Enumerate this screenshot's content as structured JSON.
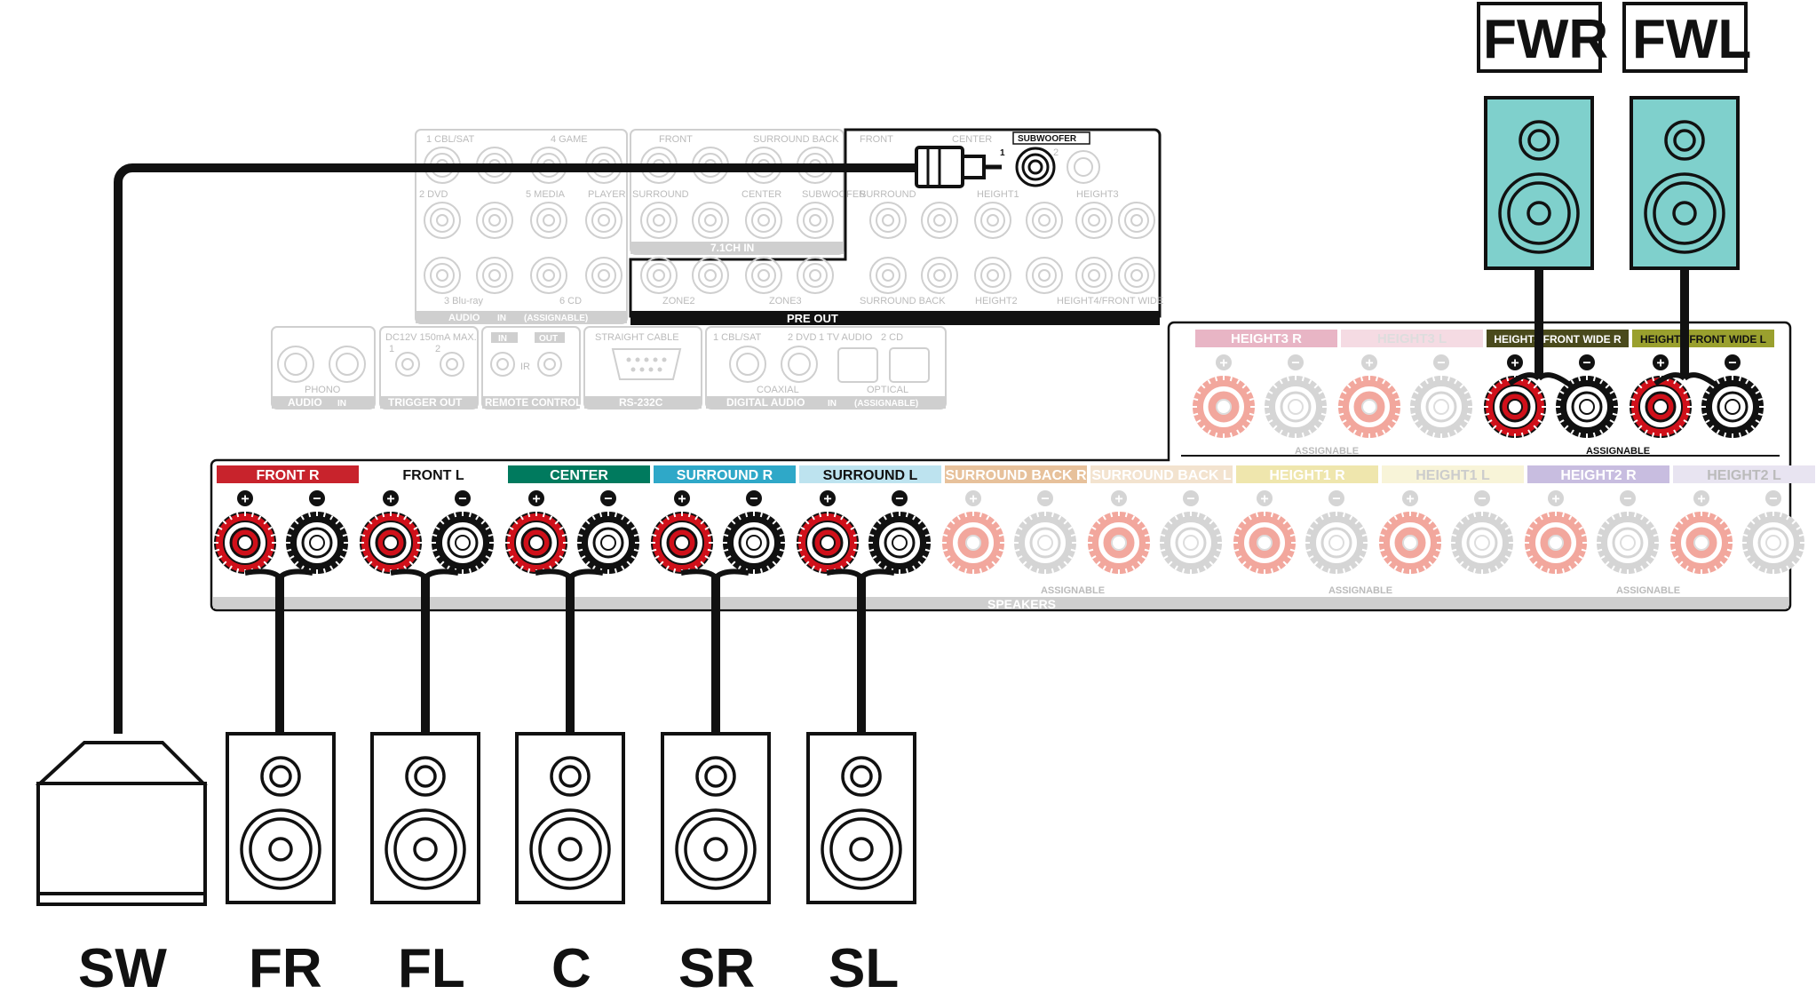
{
  "colors": {
    "cable": "#111111",
    "plus_terminal": "#d0101a",
    "faded_plus": "#f2a79d",
    "speaker_fill": "#7fd0cc",
    "front_r": "#c8232c",
    "center": "#007a5e",
    "surround_r": "#2fa8c8",
    "surround_l": "#bde3ef",
    "surround_back_r": "#e7c19b",
    "surround_back_l": "#f3e3cf",
    "height1_r": "#efe6ad",
    "height1_l": "#f8f4d8",
    "height2_r": "#c8bde0",
    "height2_l": "#e8e4f1",
    "height3_r": "#e8b5c5",
    "height3_l": "#f5dbe3",
    "height4": "#4a4a1c",
    "height4_l": "#9aa02e"
  },
  "speaker_labels": {
    "fwr": "FWR",
    "fwl": "FWL",
    "sw": "SW",
    "fr": "FR",
    "fl": "FL",
    "c": "C",
    "sr": "SR",
    "sl": "SL"
  },
  "speaker_terminals": {
    "section_label": "SPEAKERS",
    "assignable": "ASSIGNABLE",
    "row_labels": [
      "FRONT R",
      "FRONT L",
      "CENTER",
      "SURROUND R",
      "SURROUND L",
      "SURROUND BACK R",
      "SURROUND BACK L",
      "HEIGHT1 R",
      "HEIGHT1 L",
      "HEIGHT2 R",
      "HEIGHT2 L"
    ],
    "upper_labels": [
      "HEIGHT3 R",
      "HEIGHT3 L",
      "HEIGHT4/FRONT WIDE R",
      "HEIGHT4/FRONT WIDE L"
    ],
    "plus_sign": "+",
    "minus_sign": "−"
  },
  "preout": {
    "title": "PRE OUT",
    "subwoofer": "SUBWOOFER",
    "sub_num_1": "1",
    "sub_num_2": "2",
    "front": "FRONT",
    "center": "CENTER",
    "surround": "SURROUND",
    "height1": "HEIGHT1",
    "height2": "HEIGHT2",
    "height3": "HEIGHT3",
    "height4": "HEIGHT4/FRONT WIDE",
    "surround_back": "SURROUND BACK",
    "zone2": "ZONE2",
    "zone3": "ZONE3"
  },
  "audio_in": {
    "in1": "1 CBL/SAT",
    "in4": "4 GAME",
    "in2": "2 DVD",
    "in5": "5 MEDIA",
    "player": "PLAYER",
    "in3": "3 Blu-ray",
    "in6": "6 CD",
    "title": "AUDIO",
    "in_badge": "IN",
    "assignable": "(ASSIGNABLE)"
  },
  "ch71_in": {
    "front": "FRONT",
    "surround_back": "SURROUND BACK",
    "surround": "SURROUND",
    "center": "CENTER",
    "subwoofer": "SUBWOOFER",
    "title": "7.1CH IN"
  },
  "bottom_panel": {
    "phono": "PHONO",
    "audio_in": "AUDIO",
    "in_badge": "IN",
    "trigger_spec": "DC12V 150mA MAX.",
    "trigger_1": "1",
    "trigger_2": "2",
    "trigger_out": "TRIGGER OUT",
    "ir_in": "IN",
    "ir_out": "OUT",
    "ir": "IR",
    "remote_control": "REMOTE CONTROL",
    "straight_cable": "STRAIGHT CABLE",
    "rs232c": "RS-232C",
    "dig_1": "1 CBL/SAT",
    "dig_2": "2 DVD",
    "dig_tv": "1 TV AUDIO",
    "dig_cd": "2 CD",
    "coaxial": "COAXIAL",
    "optical": "OPTICAL",
    "digital_audio": "DIGITAL AUDIO",
    "assignable": "(ASSIGNABLE)"
  }
}
